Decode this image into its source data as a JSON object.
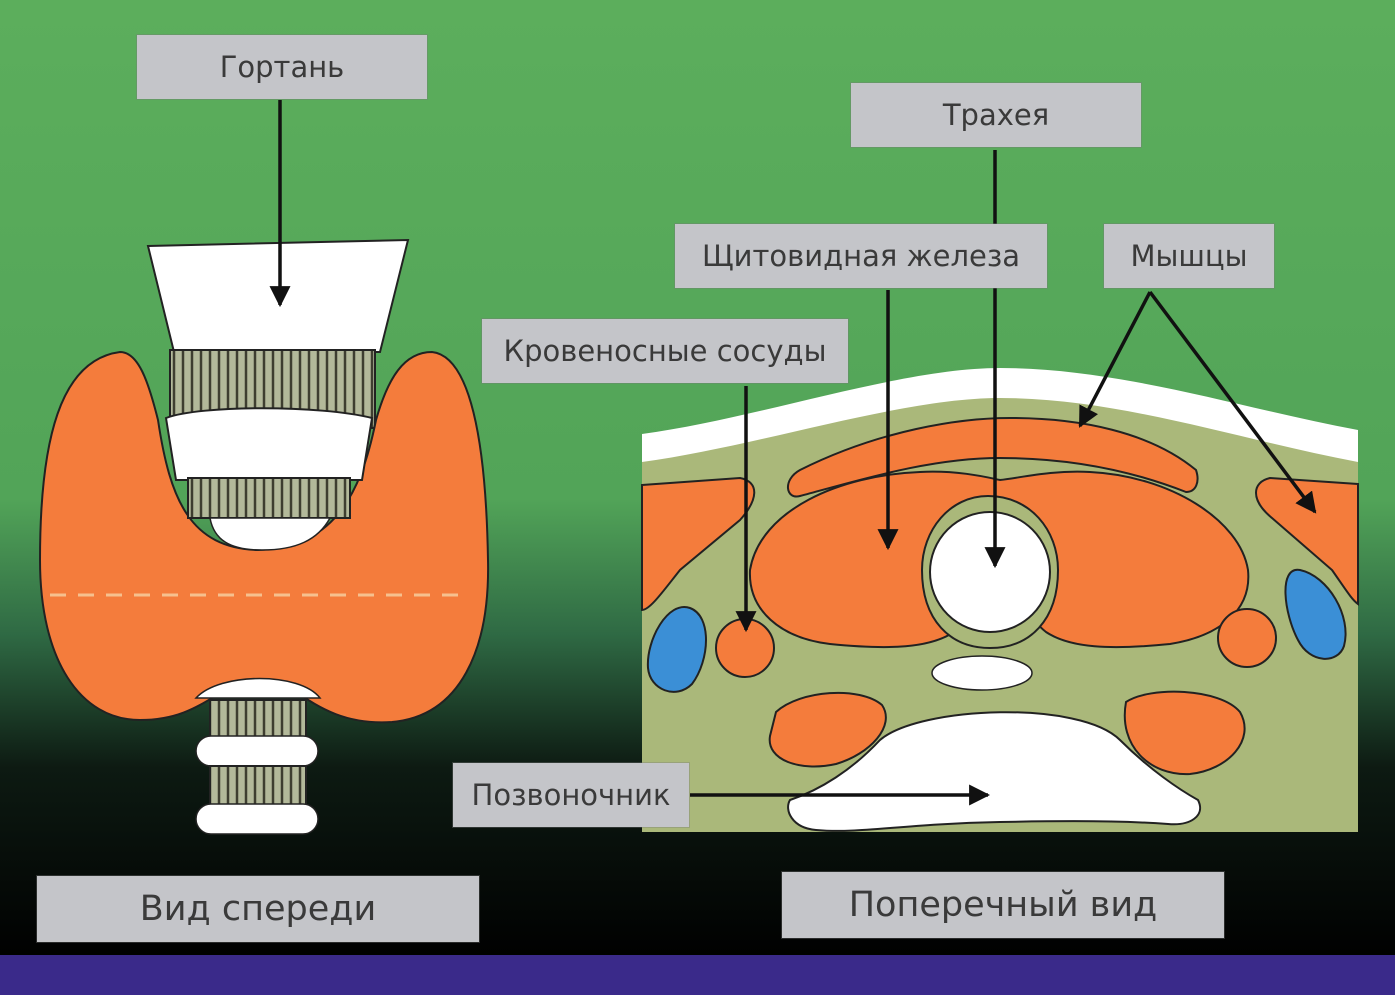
{
  "labels": {
    "larynx": "Гортань",
    "trachea": "Трахея",
    "thyroid": "Щитовидная железа",
    "muscles": "Мышцы",
    "vessels": "Кровеносные сосуды",
    "spine": "Позвоночник",
    "front_view": "Вид спереди",
    "cross_view": "Поперечный вид"
  },
  "colors": {
    "thyroid": "#f47c3c",
    "tissue": "#aab87a",
    "vein": "#3b8fd6",
    "bone": "#ffffff",
    "label_bg": "#c4c5c9",
    "bottom_band": "#3a2a8a"
  }
}
